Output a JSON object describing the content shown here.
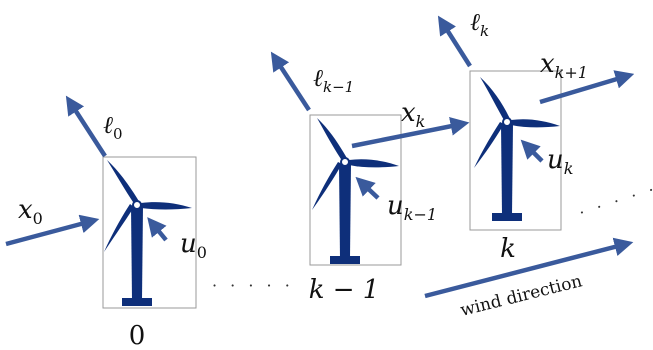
{
  "turbines": [
    {
      "index_label": "0",
      "input_label": "x",
      "input_sub": "0",
      "control_label": "u",
      "control_sub": "0",
      "power_label": "ℓ",
      "power_sub": "0"
    },
    {
      "index_label": "k − 1",
      "input_label": "x",
      "input_sub": "k",
      "control_label": "u",
      "control_sub": "k−1",
      "power_label": "ℓ",
      "power_sub": "k−1"
    },
    {
      "index_label": "k",
      "input_label": "x",
      "input_sub": "k+1",
      "control_label": "u",
      "control_sub": "k",
      "power_label": "ℓ",
      "power_sub": "k"
    }
  ],
  "wind_label": "wind direction",
  "ellipsis_left": "· · · · ·",
  "ellipsis_right": "· · · · ·",
  "colors": {
    "arrow": "#3a5a9c",
    "turbine": "#0e2f7a",
    "box": "#9a9a9a"
  }
}
